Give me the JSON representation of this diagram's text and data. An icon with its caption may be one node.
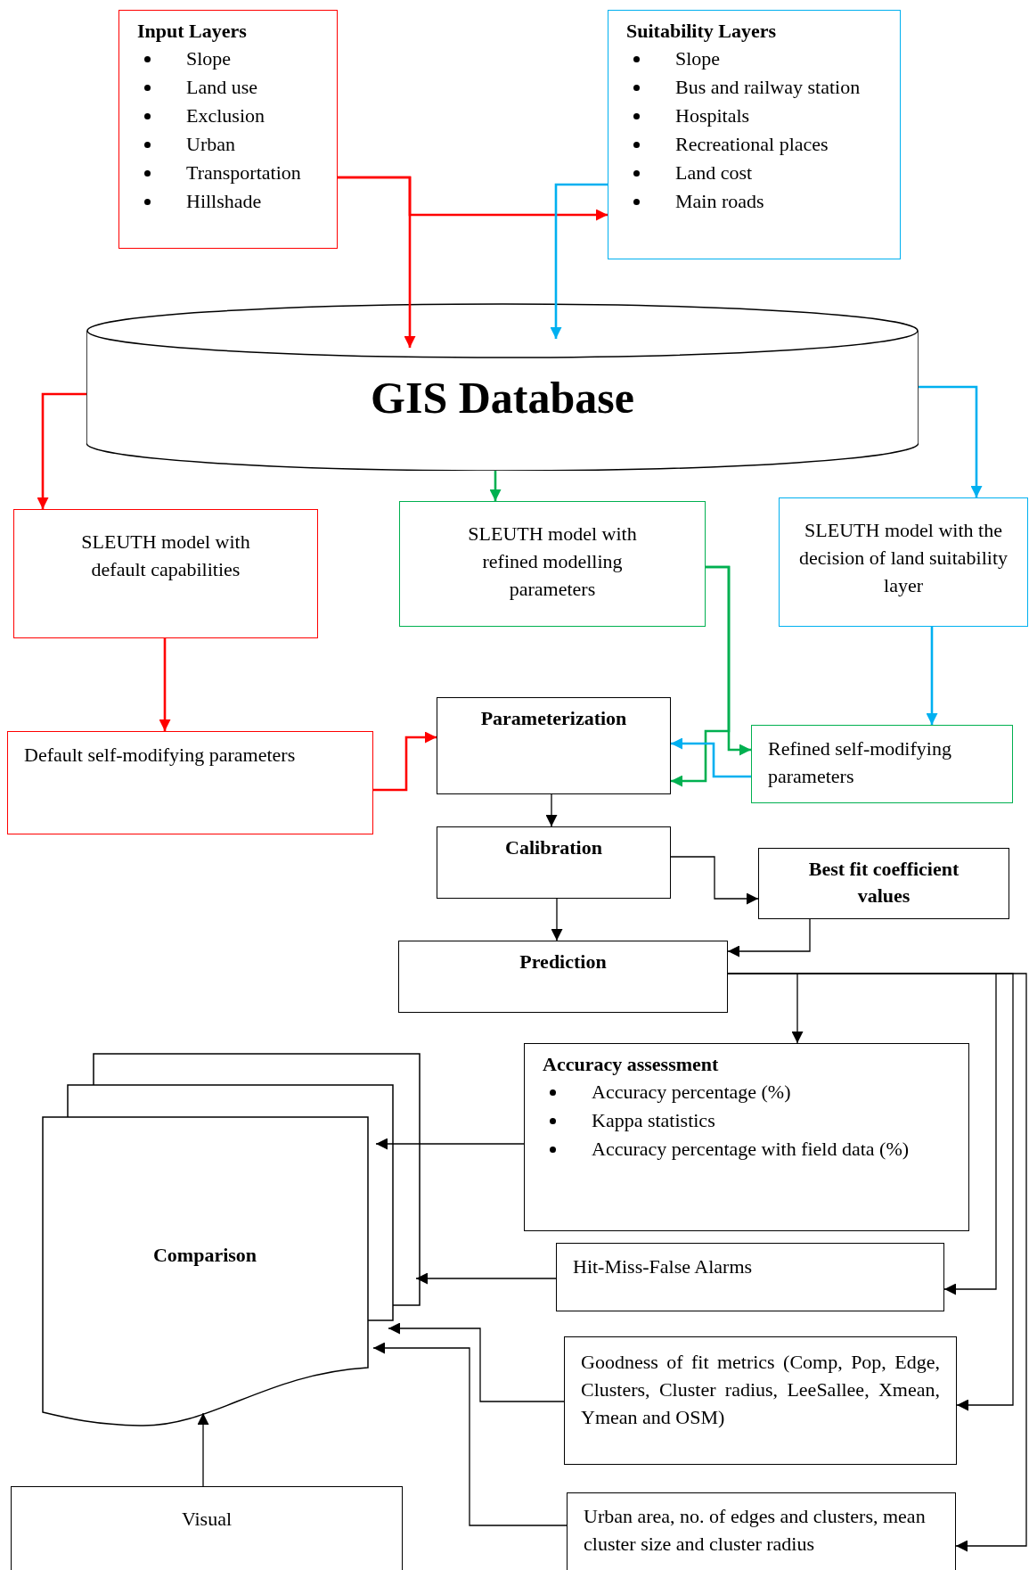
{
  "diagram": {
    "nodes": [
      {
        "text": [
          "Input Layers",
          "Slope",
          "Land use",
          "Exclusion",
          "Urban",
          "Transportation",
          "Hillshade"
        ]
      },
      {
        "text": [
          "Suitability Layers",
          "Slope",
          "Bus and railway station",
          "Hospitals",
          "Recreational places",
          "Land cost",
          "Main roads"
        ]
      },
      {
        "text": [
          "GIS Database"
        ]
      },
      {
        "text": [
          "SLEUTH model with default capabilities"
        ]
      },
      {
        "text": [
          "SLEUTH model with refined modelling parameters"
        ]
      },
      {
        "text": [
          "SLEUTH model with the decision of land suitability layer"
        ]
      },
      {
        "text": [
          "Default self-modifying parameters"
        ]
      },
      {
        "text": [
          "Parameterization"
        ]
      },
      {
        "text": [
          "Refined self-modifying parameters"
        ]
      },
      {
        "text": [
          "Calibration"
        ]
      },
      {
        "text": [
          "Best fit coefficient values"
        ]
      },
      {
        "text": [
          "Prediction"
        ]
      },
      {
        "text": [
          "Accuracy assessment",
          "Accuracy percentage (%)",
          "Kappa statistics",
          "Accuracy percentage with field data (%)"
        ]
      },
      {
        "text": [
          "Comparison"
        ]
      },
      {
        "text": [
          "Hit-Miss-False Alarms"
        ]
      },
      {
        "text": [
          "Goodness of fit metrics (Comp, Pop, Edge, Clusters, Cluster radius, LeeSallee, Xmean, Ymean and OSM)"
        ]
      },
      {
        "text": [
          "Visual"
        ]
      },
      {
        "text": [
          "Urban area, no. of edges and clusters, mean cluster size and cluster radius"
        ]
      }
    ],
    "edges": [
      {
        "from": 0,
        "to": 2,
        "arrow": "to",
        "color": "#ff0000"
      },
      {
        "from": 0,
        "to": 1,
        "arrow": "to",
        "color": "#ff0000"
      },
      {
        "from": 1,
        "to": 2,
        "arrow": "to",
        "color": "#00b0f0"
      },
      {
        "from": 2,
        "to": 3,
        "arrow": "to",
        "color": "#ff0000"
      },
      {
        "from": 2,
        "to": 4,
        "arrow": "to",
        "color": "#00b050"
      },
      {
        "from": 2,
        "to": 5,
        "arrow": "to",
        "color": "#00b0f0"
      },
      {
        "from": 3,
        "to": 6,
        "arrow": "to",
        "color": "#ff0000"
      },
      {
        "from": 6,
        "to": 7,
        "arrow": "to",
        "color": "#ff0000"
      },
      {
        "from": 4,
        "to": 8,
        "arrow": "to",
        "color": "#00b050"
      },
      {
        "from": 4,
        "to": 7,
        "arrow": "to",
        "color": "#00b050"
      },
      {
        "from": 8,
        "to": 7,
        "arrow": "to",
        "color": "#00b0f0"
      },
      {
        "from": 5,
        "to": 8,
        "arrow": "to",
        "color": "#00b0f0"
      },
      {
        "from": 7,
        "to": 9,
        "arrow": "to"
      },
      {
        "from": 9,
        "to": 10,
        "arrow": "to"
      },
      {
        "from": 9,
        "to": 11,
        "arrow": "to"
      },
      {
        "from": 10,
        "to": 11,
        "arrow": "to"
      },
      {
        "from": 11,
        "to": 12,
        "arrow": "to"
      },
      {
        "from": 11,
        "to": 14,
        "arrow": "to"
      },
      {
        "from": 11,
        "to": 15,
        "arrow": "to"
      },
      {
        "from": 11,
        "to": 17,
        "arrow": "to"
      },
      {
        "from": 12,
        "to": 13,
        "arrow": "to"
      },
      {
        "from": 14,
        "to": 13,
        "arrow": "to"
      },
      {
        "from": 15,
        "to": 13,
        "arrow": "to"
      },
      {
        "from": 17,
        "to": 13,
        "arrow": "to"
      },
      {
        "from": 16,
        "to": 13,
        "arrow": "to"
      }
    ]
  }
}
